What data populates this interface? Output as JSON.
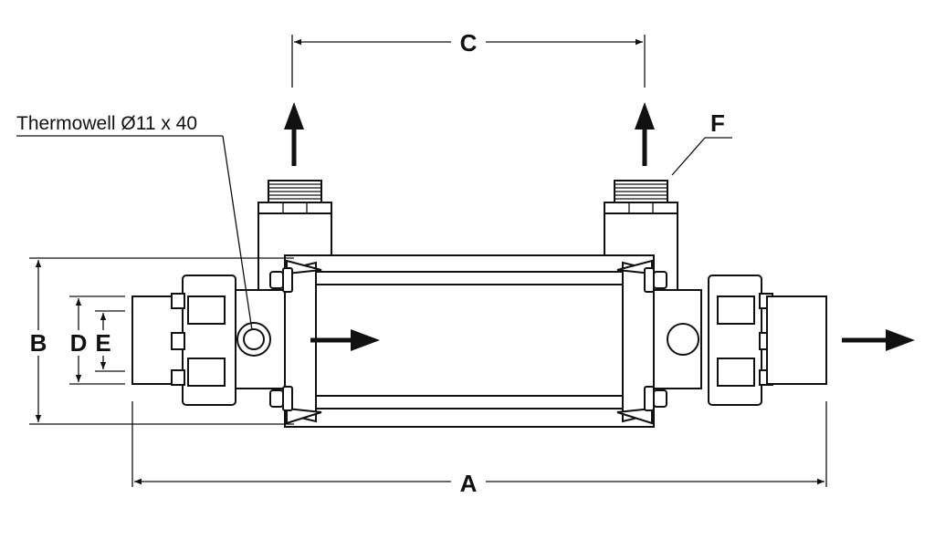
{
  "diagram": {
    "labels": {
      "a": "A",
      "b": "B",
      "c": "C",
      "d": "D",
      "e": "E",
      "f": "F",
      "thermowell": "Thermowell Ø11 x 40"
    },
    "colors": {
      "line": "#111111",
      "background": "#ffffff"
    }
  }
}
